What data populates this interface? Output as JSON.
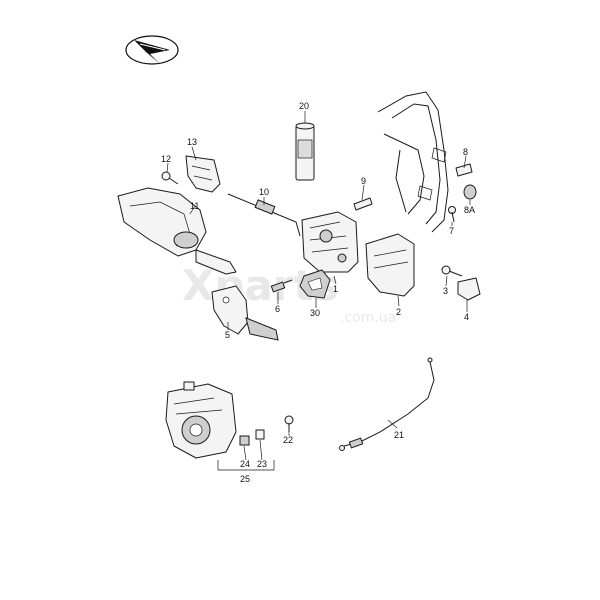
{
  "watermark": {
    "brand": "Xparts",
    "domain": ".com.ua"
  },
  "logo_icon": "folded-paper-plane-in-oval",
  "callouts": [
    {
      "id": "p20",
      "label": "20"
    },
    {
      "id": "p13",
      "label": "13"
    },
    {
      "id": "p12",
      "label": "12"
    },
    {
      "id": "p11",
      "label": "11"
    },
    {
      "id": "p10",
      "label": "10"
    },
    {
      "id": "p9",
      "label": "9"
    },
    {
      "id": "p8",
      "label": "8"
    },
    {
      "id": "p8A",
      "label": "8A"
    },
    {
      "id": "p7",
      "label": "7"
    },
    {
      "id": "p1",
      "label": "1"
    },
    {
      "id": "p2",
      "label": "2"
    },
    {
      "id": "p3",
      "label": "3"
    },
    {
      "id": "p4",
      "label": "4"
    },
    {
      "id": "p5",
      "label": "5"
    },
    {
      "id": "p6",
      "label": "6"
    },
    {
      "id": "p30",
      "label": "30"
    },
    {
      "id": "p21",
      "label": "21"
    },
    {
      "id": "p22",
      "label": "22"
    },
    {
      "id": "p23",
      "label": "23"
    },
    {
      "id": "p24",
      "label": "24"
    },
    {
      "id": "p25",
      "label": "25"
    }
  ]
}
